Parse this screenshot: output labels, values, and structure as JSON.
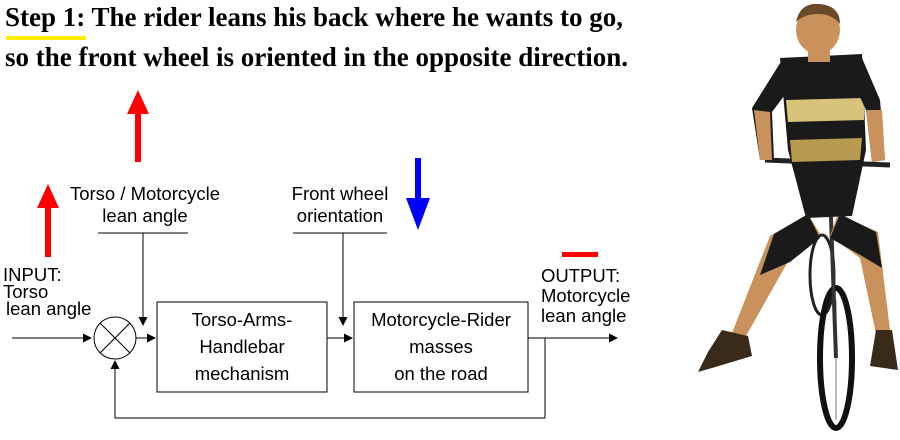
{
  "heading": {
    "step_label": "Step 1",
    "line1_rest": ": The rider leans his back where he wants to go,",
    "line2": "so the front wheel is oriented in the opposite direction."
  },
  "labels": {
    "torso_motorcycle": [
      "Torso / Motorcycle",
      "lean angle"
    ],
    "front_wheel": [
      "Front wheel",
      "orientation"
    ],
    "input": [
      "INPUT:",
      "Torso",
      "lean angle"
    ],
    "output": [
      "OUTPUT:",
      "Motorcycle",
      "lean angle"
    ]
  },
  "blocks": {
    "torso_arms": [
      "Torso-Arms-",
      "Handlebar",
      "mechanism"
    ],
    "motorcycle_rider": [
      "Motorcycle-Rider",
      "masses",
      "on the road"
    ]
  },
  "indicators": {
    "torso_lean": "up",
    "input_lean": "up",
    "front_wheel": "down",
    "output_lean": "flat"
  },
  "colors": {
    "underline": "#ffee00",
    "arrow_red": "#ff0000",
    "arrow_blue": "#0000ff",
    "jersey": "#1a1a1a",
    "skin": "#c9925c"
  },
  "image": {
    "subject": "rider standing over a bicycle"
  }
}
